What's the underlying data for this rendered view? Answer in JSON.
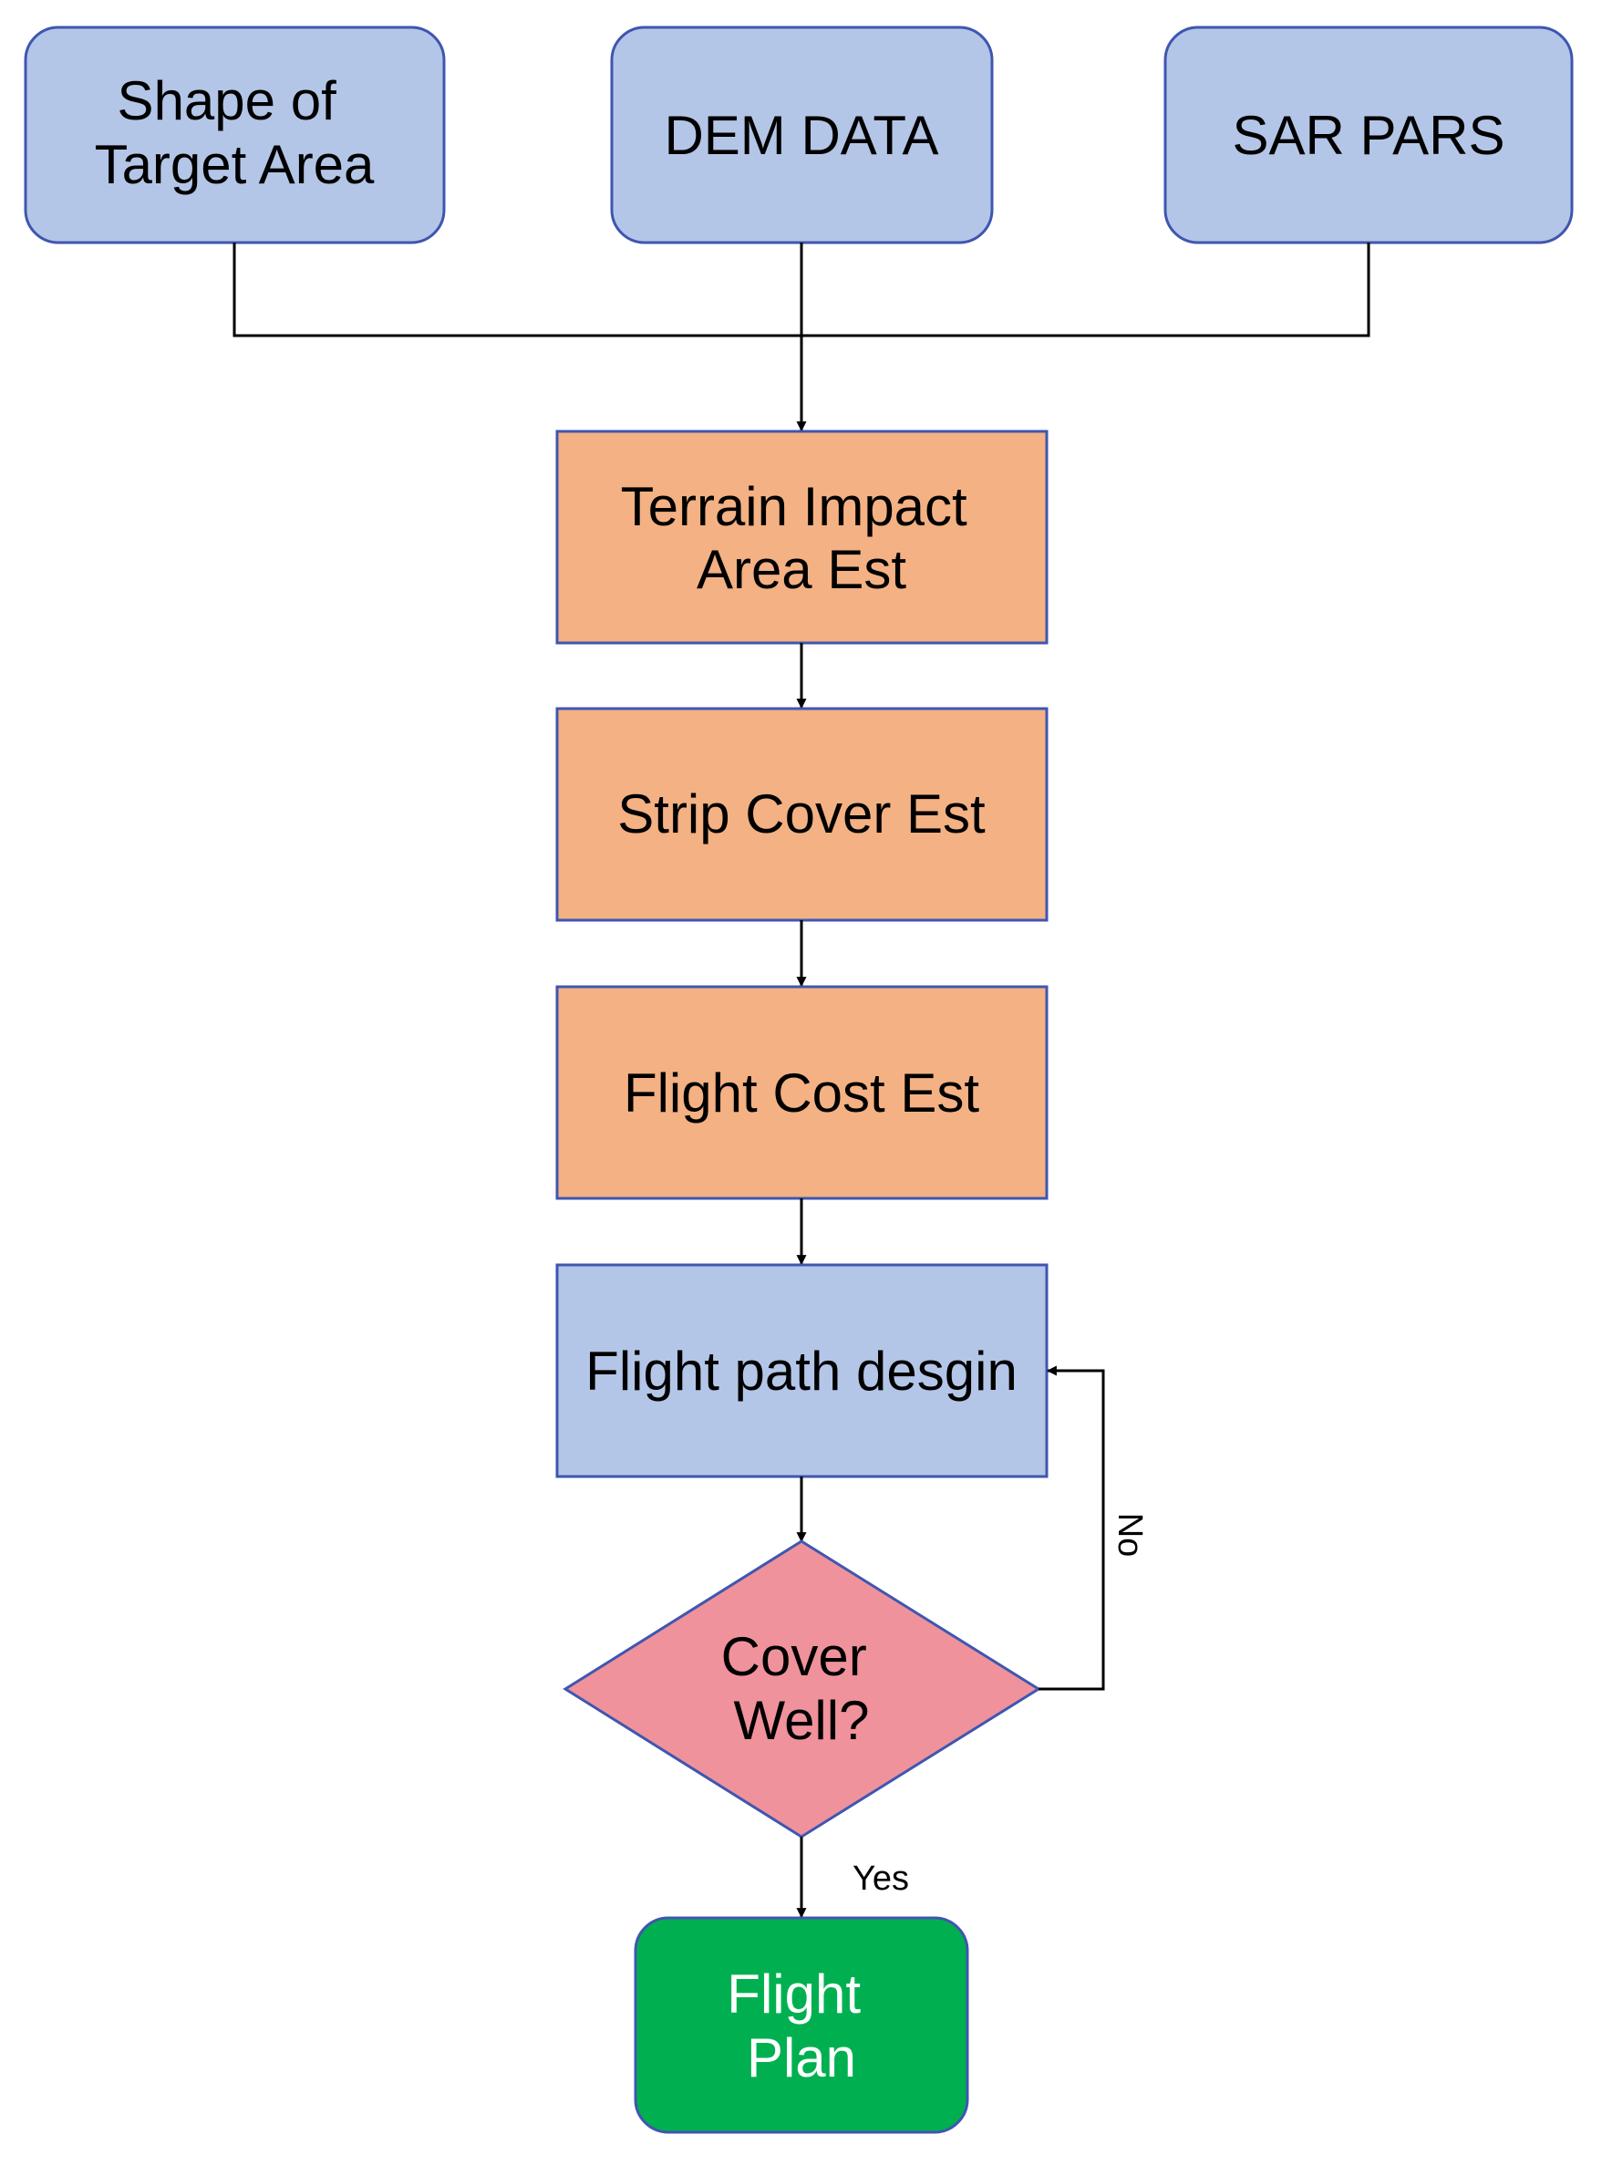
{
  "colors": {
    "input_fill": "#b4c6e7",
    "input_stroke": "#3f56b0",
    "process_fill": "#f4b183",
    "process_stroke": "#3f56b0",
    "design_fill": "#b4c6e7",
    "decision_fill": "#f0929b",
    "decision_stroke": "#3f56b0",
    "output_fill": "#00b050",
    "output_stroke": "#3f56b0",
    "edge": "#000000"
  },
  "nodes": {
    "shape_of_target_area": {
      "lines": [
        "Shape of",
        "Target Area"
      ]
    },
    "dem_data": {
      "lines": [
        "DEM DATA"
      ]
    },
    "sar_pars": {
      "lines": [
        "SAR PARS"
      ]
    },
    "terrain_impact": {
      "lines": [
        "Terrain Impact",
        "Area Est"
      ]
    },
    "strip_cover": {
      "lines": [
        "Strip Cover Est"
      ]
    },
    "flight_cost": {
      "lines": [
        "Flight Cost Est"
      ]
    },
    "flight_path": {
      "lines": [
        "Flight path desgin"
      ]
    },
    "cover_well": {
      "lines": [
        "Cover",
        "Well?"
      ]
    },
    "flight_plan": {
      "lines": [
        "Flight",
        "Plan"
      ]
    }
  },
  "edges": {
    "no_label": "No",
    "yes_label": "Yes"
  }
}
